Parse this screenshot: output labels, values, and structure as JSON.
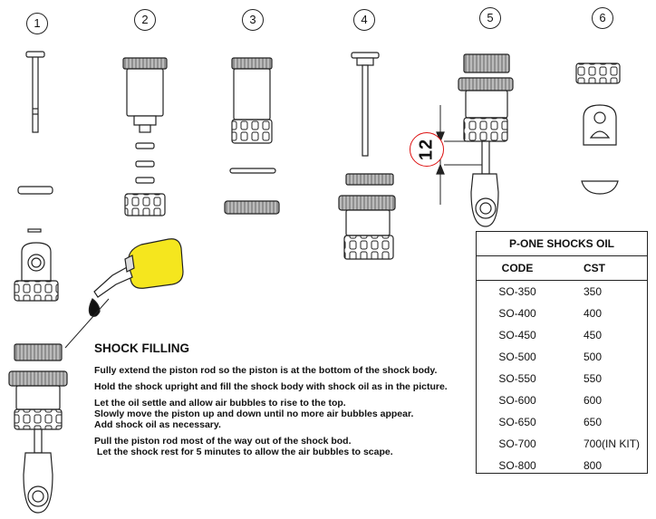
{
  "steps": [
    "1",
    "2",
    "3",
    "4",
    "5",
    "6"
  ],
  "dimension_label": "12",
  "instructions": {
    "title": "SHOCK FILLING",
    "paragraphs": [
      [
        "Fully extend the piston rod so the piston is at the bottom of the shock body."
      ],
      [
        "Hold the shock upright and fill the shock body with shock oil as in the picture."
      ],
      [
        "Let the oil settle and allow air bubbles to rise to the top.",
        "Slowly move the piston up and down until no more air bubbles appear.",
        "Add shock oil as necessary."
      ],
      [
        "Pull the piston rod most of the way out of the shock bod.",
        " Let the shock rest for 5 minutes to allow the air bubbles to scape."
      ]
    ]
  },
  "oil_table": {
    "title": "P-ONE SHOCKS OIL",
    "columns": [
      "CODE",
      "CST"
    ],
    "rows": [
      [
        "SO-350",
        "350"
      ],
      [
        "SO-400",
        "400"
      ],
      [
        "SO-450",
        "450"
      ],
      [
        "SO-500",
        "500"
      ],
      [
        "SO-550",
        "550"
      ],
      [
        "SO-600",
        "600"
      ],
      [
        "SO-650",
        "650"
      ],
      [
        "SO-700",
        "700(IN KIT)"
      ],
      [
        "SO-800",
        "800"
      ]
    ]
  },
  "colors": {
    "outline": "#222222",
    "band": "#666666",
    "oil_bottle": "#f5e61e",
    "dimension_circle": "#dd1111"
  }
}
